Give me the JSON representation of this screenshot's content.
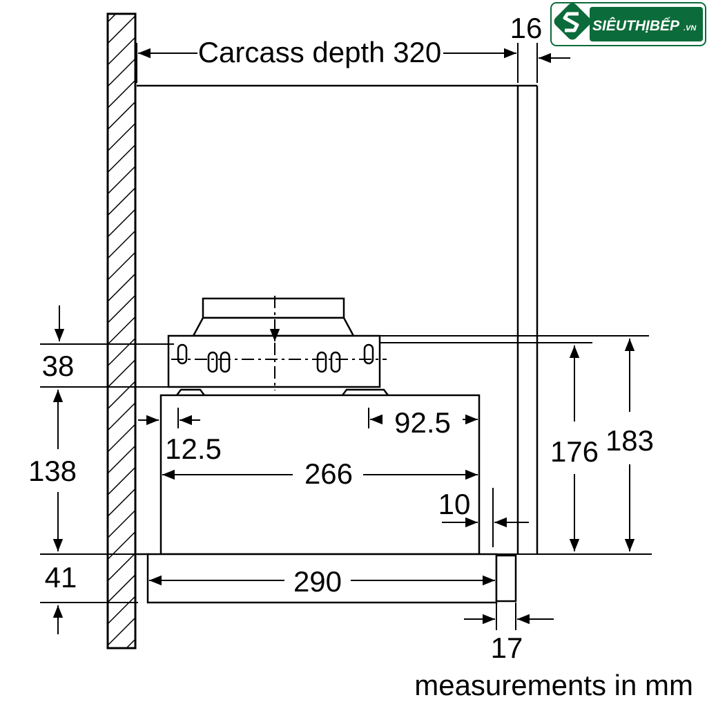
{
  "logo": {
    "brand": "SIÊUTHỊBẾP",
    "suffix": ".VN",
    "color": "#0b6b3a"
  },
  "labels": {
    "carcass_depth": "Carcass depth 320",
    "top_right_gap": "16",
    "dim_38": "38",
    "dim_138": "138",
    "dim_41": "41",
    "dim_12_5": "12.5",
    "dim_92_5": "92.5",
    "dim_266": "266",
    "dim_10": "10",
    "dim_176": "176",
    "dim_183": "183",
    "dim_290": "290",
    "dim_17": "17",
    "units_note": "measurements in mm"
  }
}
